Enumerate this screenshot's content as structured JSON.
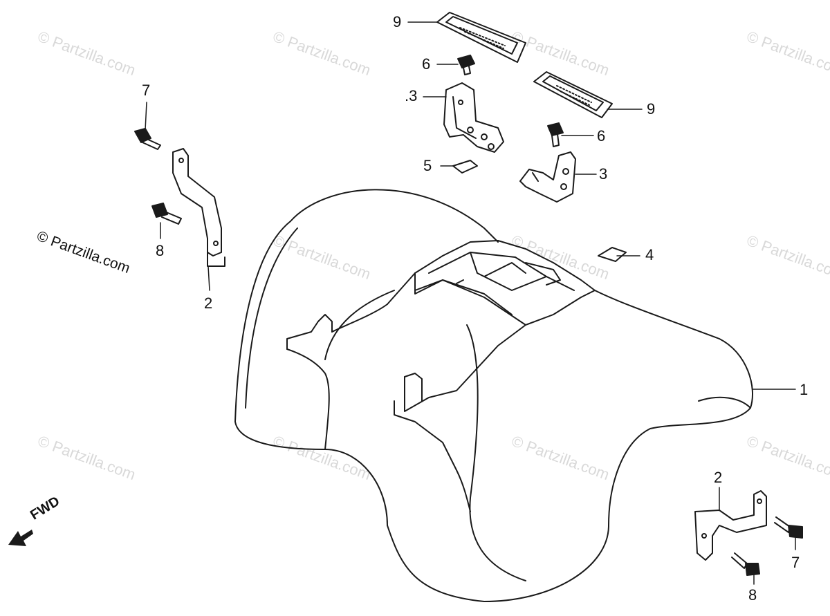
{
  "watermark": {
    "text": "© Partzilla.com"
  },
  "credit": "© Partzilla.com",
  "fwd_label": "FWD",
  "callouts": {
    "c1": "1",
    "c2a": "2",
    "c2b": "2",
    "c3a": ".3",
    "c3b": "3",
    "c4": "4",
    "c5": "5",
    "c6a": "6",
    "c6b": "6",
    "c7a": "7",
    "c7b": "7",
    "c8a": "8",
    "c8b": "8",
    "c9a": "9",
    "c9b": "9"
  },
  "colors": {
    "line": "#1a1a1a",
    "watermark": "#d9d9d9",
    "background": "#ffffff"
  }
}
